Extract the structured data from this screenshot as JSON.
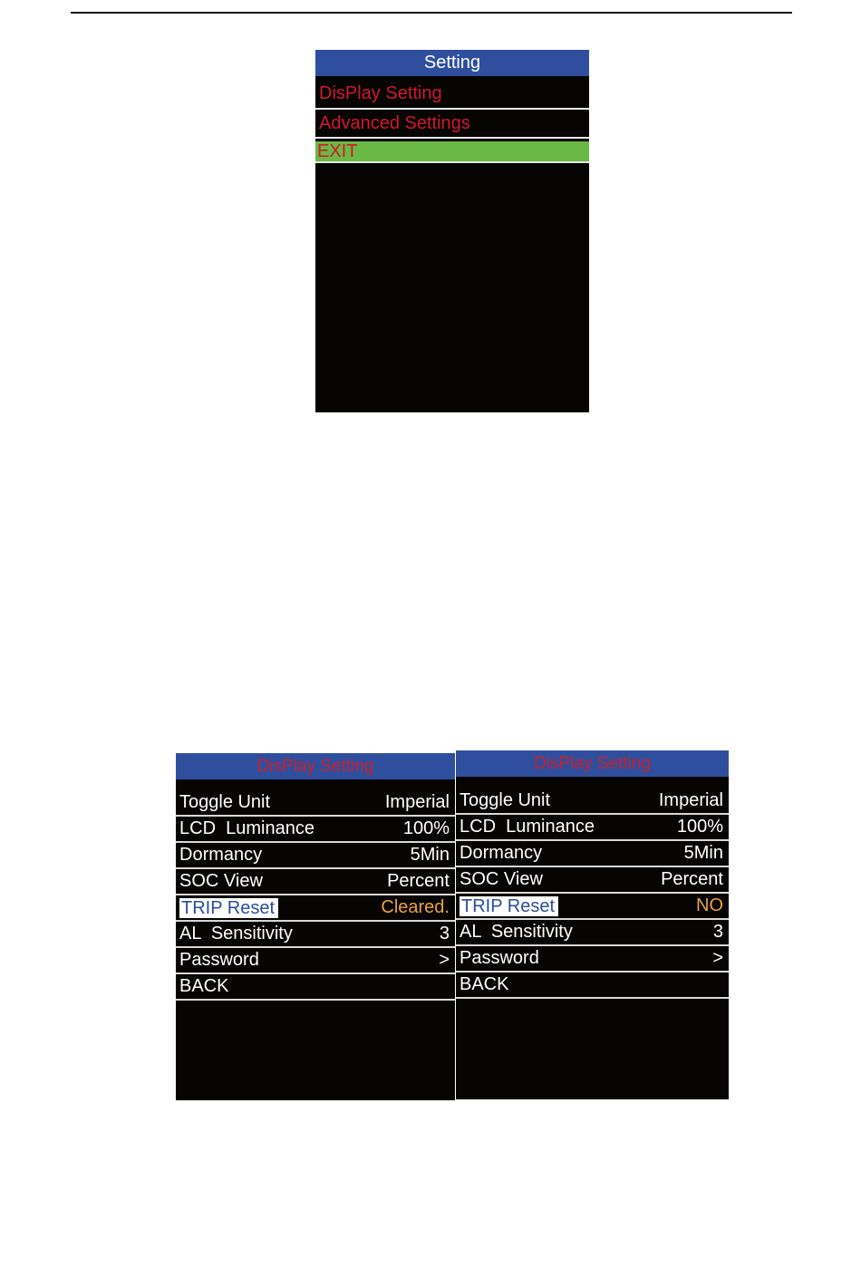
{
  "setting_menu": {
    "title": "Setting",
    "items": [
      "DisPlay Setting",
      "Advanced   Settings"
    ],
    "exit_label": "EXIT"
  },
  "display_cleared": {
    "title": "DisPlay Setting",
    "rows": [
      {
        "label": "Toggle Unit",
        "value": "Imperial"
      },
      {
        "label": "LCD  Luminance",
        "value": "100%"
      },
      {
        "label": "Dormancy",
        "value": "5Min"
      },
      {
        "label": "SOC View",
        "value": "Percent"
      },
      {
        "label": "TRIP Reset",
        "value": "Cleared."
      },
      {
        "label": "AL  Sensitivity",
        "value": "3"
      },
      {
        "label": "Password",
        "value": ">"
      }
    ],
    "back_label": "BACK"
  },
  "display_no": {
    "title": "DisPlay Setting",
    "rows": [
      {
        "label": "Toggle Unit",
        "value": "Imperial"
      },
      {
        "label": "LCD  Luminance",
        "value": "100%"
      },
      {
        "label": "Dormancy",
        "value": "5Min"
      },
      {
        "label": "SOC View",
        "value": "Percent"
      },
      {
        "label": "TRIP Reset",
        "value": "NO"
      },
      {
        "label": "AL  Sensitivity",
        "value": "3"
      },
      {
        "label": "Password",
        "value": ">"
      }
    ],
    "back_label": "BACK"
  },
  "colors": {
    "header_blue": "#2f4f9e",
    "menu_red": "#d0192b",
    "exit_green": "#6ab845",
    "selected_value_orange": "#e8a33c",
    "screen_black": "#070404"
  }
}
